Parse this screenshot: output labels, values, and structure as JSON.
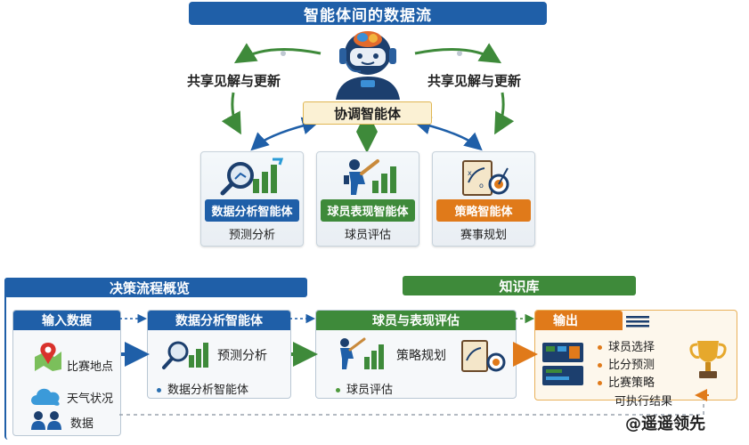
{
  "title": "智能体间的数据流",
  "share_left": "共享见解与更新",
  "share_right": "共享见解与更新",
  "coordinator": "协调智能体",
  "agents": [
    {
      "label": "数据分析智能体",
      "sub": "预测分析",
      "color": "#1f5fa8"
    },
    {
      "label": "球员表现智能体",
      "sub": "球员评估",
      "color": "#3e8a3a"
    },
    {
      "label": "策略智能体",
      "sub": "赛事规划",
      "color": "#e07a1a"
    }
  ],
  "decision_header": "决策流程概览",
  "knowledge_header": "知识库",
  "flow": {
    "input": {
      "header": "输入数据",
      "items": [
        "比赛地点",
        "天气状况",
        "数据"
      ]
    },
    "analysis": {
      "header": "数据分析智能体",
      "main": "预测分析",
      "bullet": "数据分析智能体"
    },
    "player": {
      "header": "球员与表现评估",
      "main": "策略规划",
      "bullet": "球员评估"
    },
    "output": {
      "header": "输出",
      "items": [
        "球员选择",
        "比分预测",
        "比赛策略",
        "可执行结果"
      ]
    }
  },
  "watermark": "@遥遥领先",
  "colors": {
    "blue": "#1f5fa8",
    "green": "#3e8a3a",
    "orange": "#e07a1a",
    "gold": "#e0b653"
  }
}
